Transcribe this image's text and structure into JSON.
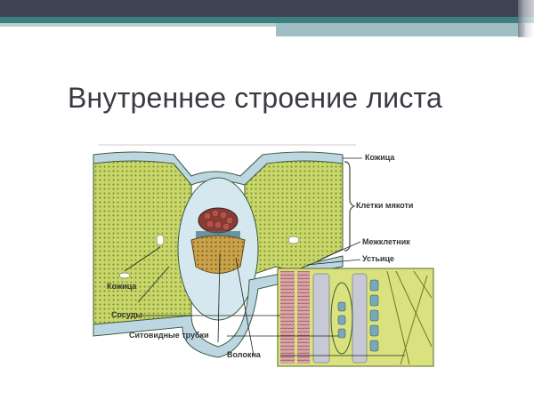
{
  "slide": {
    "title": "Внутреннее строение листа",
    "colors": {
      "header_dark": "#3f4354",
      "header_teal": "#3d7f80",
      "header_accent": "#9fbfc4",
      "title_text": "#3a3a44"
    }
  },
  "diagram": {
    "labels": {
      "epidermis_top": "Кожица",
      "mesophyll": "Клетки мякоти",
      "intercellular": "Межклетник",
      "stoma": "Устьице",
      "epidermis_bottom": "Кожица",
      "vessels": "Сосуды",
      "sieve_tubes": "Ситовидные трубки",
      "fibers": "Волокна"
    }
  }
}
